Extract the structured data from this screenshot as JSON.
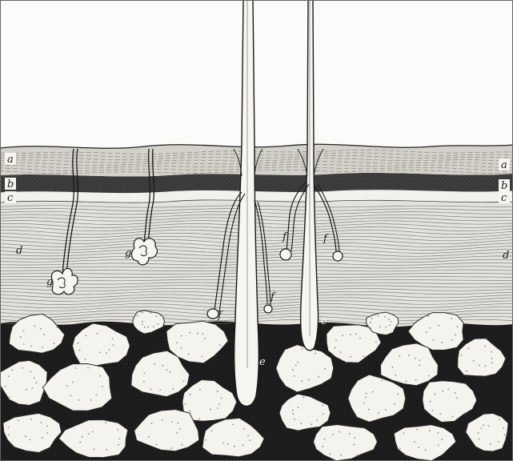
{
  "figure": {
    "colors": {
      "ink": "#141414",
      "paper": "#fbfbf9",
      "layer_a": "#cfcdc6",
      "layer_b": "#3a3a3a",
      "layer_c": "#f2f1ec",
      "dermis_line": "#6a6a6a",
      "fat_bg": "#1d1d1d",
      "fat_lobule": "#f4f3ee"
    },
    "labels": {
      "a_left": "a",
      "a_right": "a",
      "b_left": "b",
      "b_right": "b",
      "c_left": "c",
      "c_right": "c",
      "d_left": "d",
      "d_right": "d",
      "e_left": "e",
      "e_right": "e",
      "f1": "f",
      "f2": "f",
      "f3": "f",
      "f4": "f",
      "g1": "g",
      "g2": "g"
    }
  }
}
